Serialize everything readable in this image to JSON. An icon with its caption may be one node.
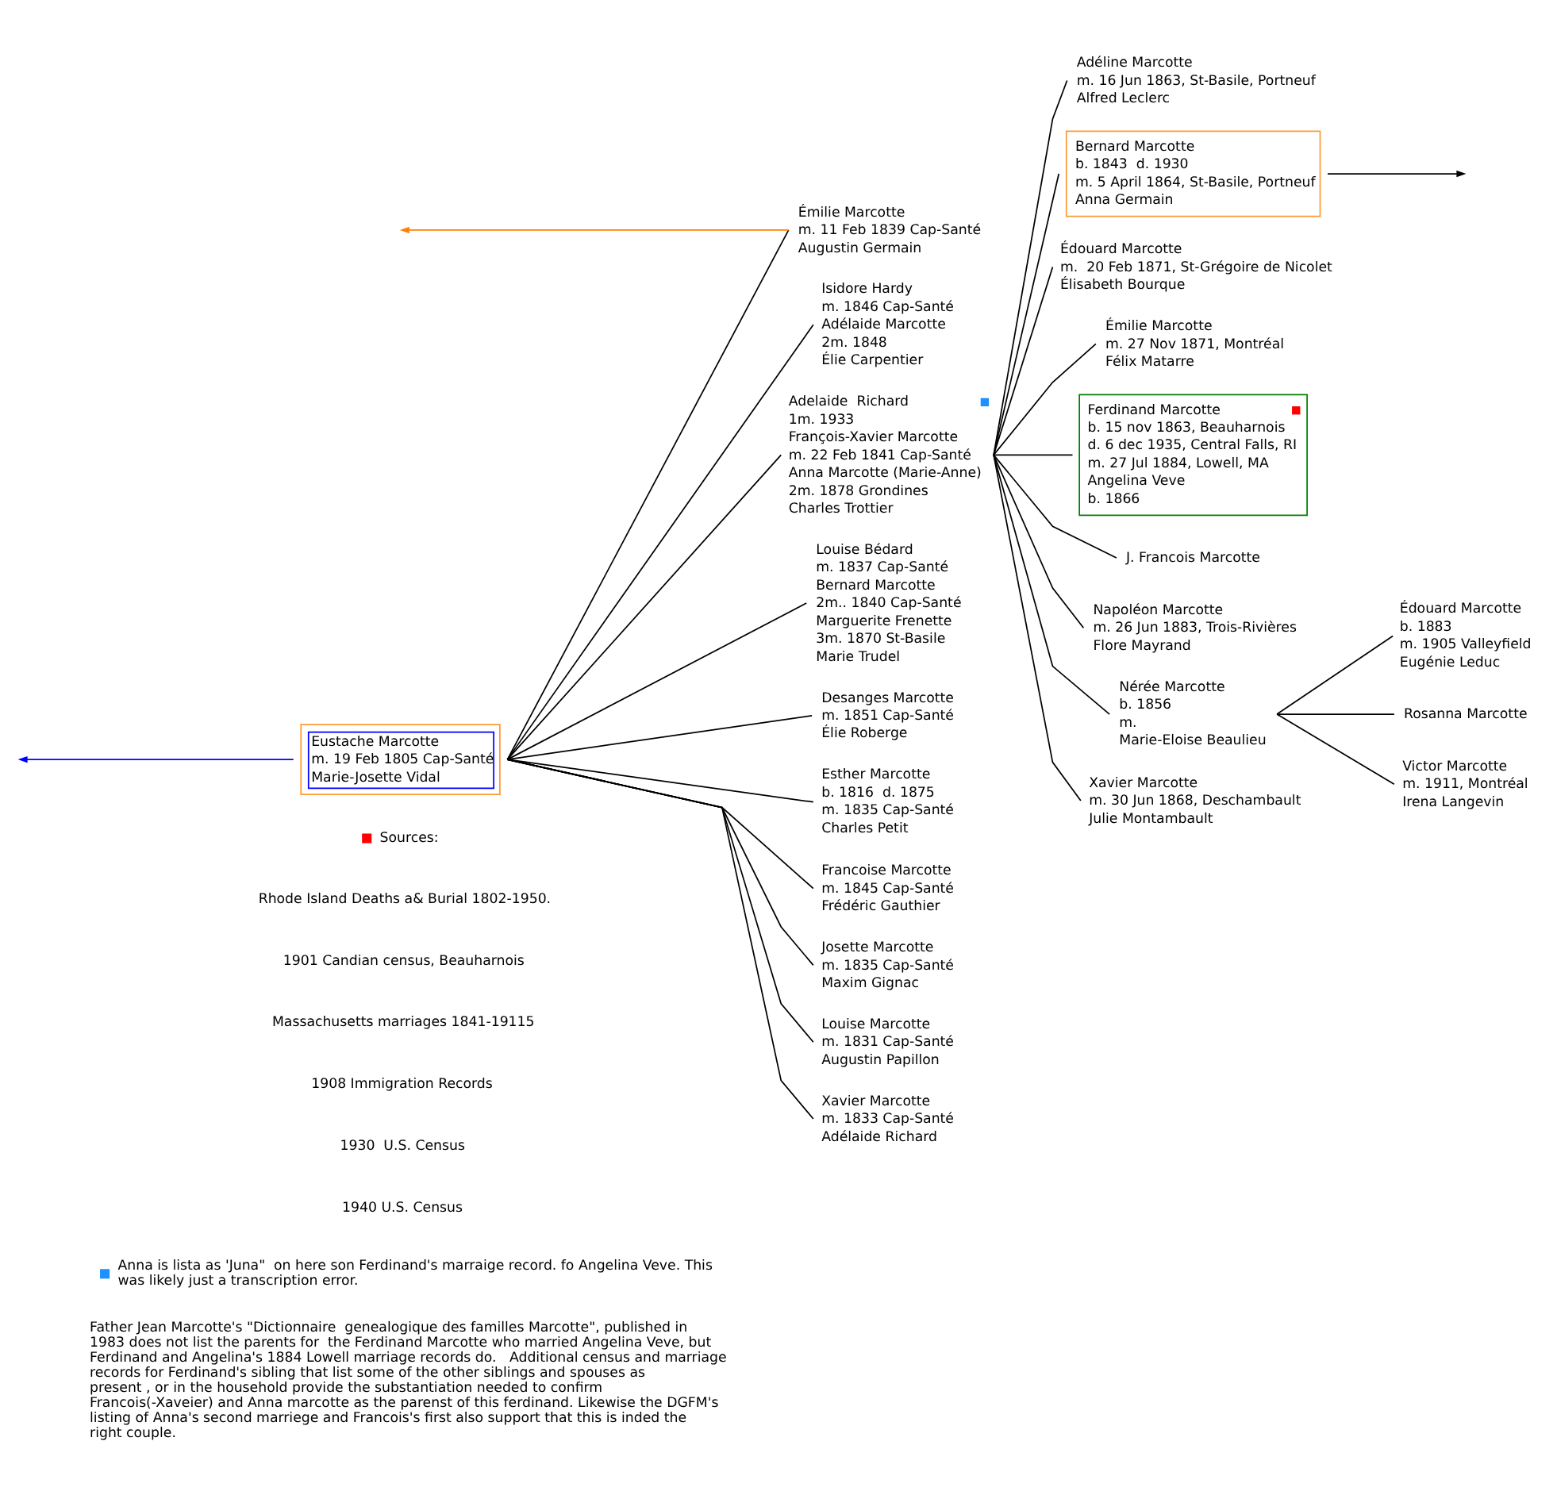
{
  "diagram": {
    "nodes": [
      {
        "text": [
          "Eustache Marcotte",
          "m. 19 Feb 1805 Cap-Santé",
          "Marie-Josette Vidal"
        ]
      },
      {
        "text": [
          "Isidore Hardy",
          "m. 1846 Cap-Santé",
          "Adélaide Marcotte",
          "2m. 1848",
          "Élie Carpentier"
        ]
      },
      {
        "text": [
          "Adelaide  Richard",
          "1m. 1933",
          "François-Xavier Marcotte",
          "m. 22 Feb 1841 Cap-Santé",
          "Anna Marcotte (Marie-Anne)",
          "2m. 1878 Grondines",
          "Charles Trottier"
        ]
      },
      {
        "text": [
          "Louise Bédard",
          "m. 1837 Cap-Santé",
          "Bernard Marcotte",
          "2m.. 1840 Cap-Santé",
          "Marguerite Frenette",
          "3m. 1870 St-Basile",
          "Marie Trudel"
        ]
      },
      {
        "text": [
          "Desanges Marcotte",
          "m. 1851 Cap-Santé",
          "Élie Roberge"
        ]
      },
      {
        "text": [
          "Émilie Marcotte",
          "m. 11 Feb 1839 Cap-Santé",
          "Augustin Germain"
        ]
      },
      {
        "text": [
          "Esther Marcotte",
          "b. 1816  d. 1875",
          "m. 1835 Cap-Santé",
          "Charles Petit"
        ]
      },
      {
        "text": [
          "Francoise Marcotte",
          "m. 1845 Cap-Santé",
          "Frédéric Gauthier"
        ]
      },
      {
        "text": [
          "Josette Marcotte",
          "m. 1835 Cap-Santé",
          "Maxim Gignac"
        ]
      },
      {
        "text": [
          "Louise Marcotte",
          "m. 1831 Cap-Santé",
          "Augustin Papillon"
        ]
      },
      {
        "text": [
          "Xavier Marcotte",
          "m. 1833 Cap-Santé",
          "Adélaide Richard"
        ]
      },
      {
        "text": [
          "Adéline Marcotte",
          "m. 16 Jun 1863, St-Basile, Portneuf",
          "Alfred Leclerc"
        ]
      },
      {
        "text": [
          "Bernard Marcotte",
          "b. 1843  d. 1930",
          "m. 5 April 1864, St-Basile, Portneuf",
          "Anna Germain"
        ]
      },
      {
        "text": [
          "Édouard Marcotte",
          "m.  20 Feb 1871, St-Grégoire de Nicolet",
          "Élisabeth Bourque"
        ]
      },
      {
        "text": [
          "Émilie Marcotte",
          "m. 27 Nov 1871, Montréal",
          "Félix Matarre"
        ]
      },
      {
        "text": [
          "Ferdinand Marcotte",
          "b. 15 nov 1863, Beauharnois",
          "d. 6 dec 1935, Central Falls, RI",
          "m. 27 Jul 1884, Lowell, MA",
          "Angelina Veve",
          "b. 1866"
        ]
      },
      {
        "text": [
          "J. Francois Marcotte"
        ]
      },
      {
        "text": [
          "Napoléon Marcotte",
          "m. 26 Jun 1883, Trois-Rivières",
          "Flore Mayrand"
        ]
      },
      {
        "text": [
          "Nérée Marcotte",
          "b. 1856",
          "m.",
          "Marie-Eloise Beaulieu"
        ]
      },
      {
        "text": [
          "Xavier Marcotte",
          "m. 30 Jun 1868, Deschambault",
          "Julie Montambault"
        ]
      },
      {
        "text": [
          "Édouard Marcotte",
          "b. 1883",
          "m. 1905 Valleyfield",
          "Eugénie Leduc"
        ]
      },
      {
        "text": [
          "Rosanna Marcotte"
        ]
      },
      {
        "text": [
          "Victor Marcotte",
          "m. 1911, Montréal",
          "Irena Langevin"
        ]
      }
    ],
    "edges": [
      {
        "from": 0,
        "to": 1,
        "arrow": "none"
      },
      {
        "from": 0,
        "to": 2,
        "arrow": "none"
      },
      {
        "from": 0,
        "to": 3,
        "arrow": "none"
      },
      {
        "from": 0,
        "to": 4,
        "arrow": "none"
      },
      {
        "from": 0,
        "to": 5,
        "arrow": "none"
      },
      {
        "from": 0,
        "to": 6,
        "arrow": "none"
      },
      {
        "from": 0,
        "to": 7,
        "arrow": "none"
      },
      {
        "from": 0,
        "to": 8,
        "arrow": "none"
      },
      {
        "from": 0,
        "to": 9,
        "arrow": "none"
      },
      {
        "from": 0,
        "to": 10,
        "arrow": "none"
      },
      {
        "from": 2,
        "to": 11,
        "arrow": "none"
      },
      {
        "from": 2,
        "to": 12,
        "arrow": "none"
      },
      {
        "from": 2,
        "to": 13,
        "arrow": "none"
      },
      {
        "from": 2,
        "to": 14,
        "arrow": "none"
      },
      {
        "from": 2,
        "to": 15,
        "arrow": "none"
      },
      {
        "from": 2,
        "to": 16,
        "arrow": "none"
      },
      {
        "from": 2,
        "to": 17,
        "arrow": "none"
      },
      {
        "from": 2,
        "to": 18,
        "arrow": "none"
      },
      {
        "from": 2,
        "to": 19,
        "arrow": "none"
      },
      {
        "from": 18,
        "to": 20,
        "arrow": "none"
      },
      {
        "from": 18,
        "to": 21,
        "arrow": "none"
      },
      {
        "from": 18,
        "to": 22,
        "arrow": "none"
      },
      {
        "from": 0,
        "to": null,
        "arrow": "to",
        "color": "#0000ff"
      },
      {
        "from": 12,
        "to": null,
        "arrow": "to"
      },
      {
        "from": 5,
        "to": null,
        "arrow": "to",
        "color": "#ff8000"
      }
    ],
    "labels": [
      "Rhode Island Deaths a& Burial 1802-1950.",
      "1901 Candian census, Beauharnois",
      "Massachusetts marriages 1841-19115",
      "1908 Immigration Records",
      "1930  U.S. Census",
      "1940 U.S. Census",
      "Father Jean Marcotte's \"Dictionnaire  genealogique des familles Marcotte\", published in 1983 does not list the parents for  the Ferdinand Marcotte who married Angelina Veve, but Ferdinand and Angelina's 1884 Lowell marriage records do.   Additional census and marriage records for Ferdinand's sibling that list some of the other siblings and spouses as present , or in the household provide the substantiation needed to confirm Francois(-Xaveier) and Anna marcotte as the parenst of this ferdinand. Likewise the DGFM's listing of Anna's second marriege and Francois's first also support that this is inded the right couple."
    ],
    "legend": [
      {
        "text": "Sources:",
        "color": "#ff0000"
      },
      {
        "text": "Anna is lista as 'Juna\"  on here son Ferdinand's marraige record. fo Angelina Veve. This was likely just a transcription error.",
        "color": "#1e90ff"
      }
    ]
  }
}
